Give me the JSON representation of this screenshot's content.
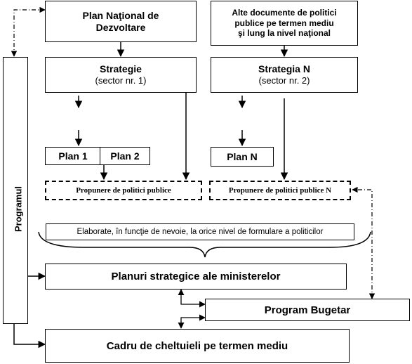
{
  "boxes": {
    "pnd": {
      "line1": "Plan Naţional de",
      "line2": "Dezvoltare"
    },
    "alte": {
      "line1": "Alte documente de politici",
      "line2": "publice pe termen  mediu",
      "line3": "şi lung la nivel naţional"
    },
    "strategie": {
      "title": "Strategie",
      "sub": "(sector nr. 1)"
    },
    "strategie_n": {
      "title": "Strategia N",
      "sub": "(sector nr. 2)"
    },
    "plan1": "Plan 1",
    "plan2": "Plan 2",
    "plann": "Plan N",
    "propunere1": "Propunere de politici publice",
    "propunere_n": "Propunere de politici publice N",
    "elaborate": "Elaborate, în funcţie de nevoie, la orice nivel de formulare a politicilor",
    "planuri": "Planuri strategice ale ministerelor",
    "program_bugetar": "Program Bugetar",
    "cadru": "Cadru de cheltuieli pe termen mediu",
    "programul": "Programul"
  }
}
